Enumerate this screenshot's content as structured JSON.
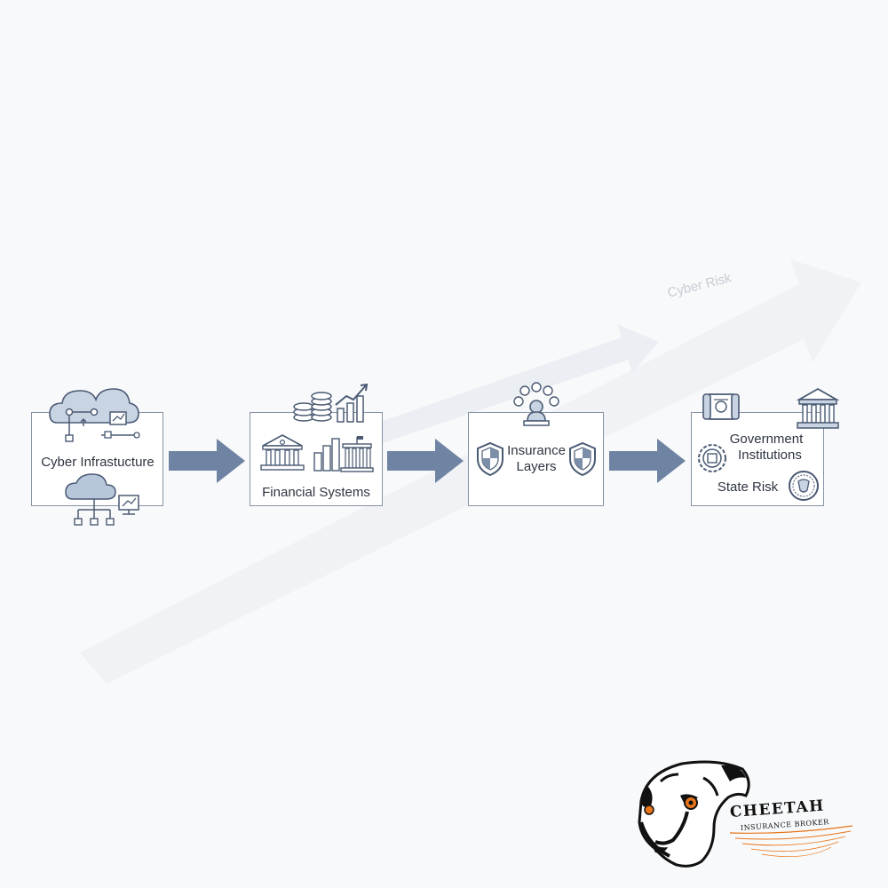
{
  "diagram": {
    "trend_label": "Cyber Risk",
    "stages": [
      {
        "label": "Cyber Infrastucture"
      },
      {
        "label": "Financial Systems"
      },
      {
        "label": "Insurance Layers"
      },
      {
        "label_line1": "Government",
        "label_line2": "Institutions",
        "label_line3": "State Risk"
      }
    ]
  },
  "logo": {
    "brand_name": "CHEETAH",
    "brand_tagline": "INSURANCE BROKER"
  },
  "colors": {
    "box_border": "#8592a6",
    "icon_stroke": "#4a5a73",
    "icon_fill_light": "#d7dfeb",
    "arrow": "#6f84a3",
    "logo_orange": "#e8751a"
  }
}
